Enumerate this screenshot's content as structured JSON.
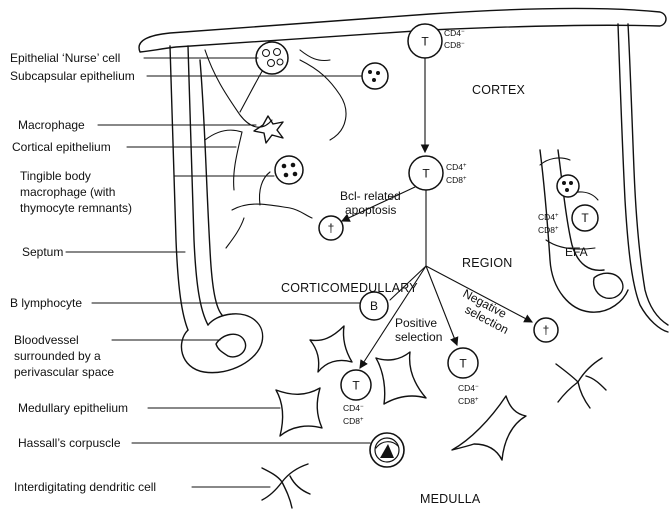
{
  "labels": {
    "nurse_cell": "Epithelial ‘Nurse’ cell",
    "subcapsular": "Subcapsular epithelium",
    "macrophage": "Macrophage",
    "cortical_epithelium": "Cortical epithelium",
    "tingible_1": "Tingible body",
    "tingible_2": "macrophage (with",
    "tingible_3": "thymocyte remnants)",
    "septum": "Septum",
    "b_lymphocyte": "B lymphocyte",
    "bloodvessel_1": "Bloodvessel",
    "bloodvessel_2": "surrounded by a",
    "bloodvessel_3": "perivascular space",
    "medullary_epithelium": "Medullary epithelium",
    "hassall": "Hassall’s corpuscle",
    "dendritic": "Interdigitating dendritic cell"
  },
  "regions": {
    "cortex": "CORTEX",
    "corticomedullary": "CORTICOMEDULLARY",
    "region": "REGION",
    "medulla": "MEDULLA",
    "efa": "EFA"
  },
  "annotations": {
    "bcl_1": "Bcl- related",
    "bcl_2": "apoptosis",
    "positive_1": "Positive",
    "positive_2": "selection",
    "negative_1": "Negative",
    "negative_2": "selection"
  },
  "cells": {
    "t": "T",
    "b": "B",
    "dagger": "†"
  },
  "markers": {
    "cd4_neg": "CD4",
    "cd8_neg": "CD8",
    "cd4_pos": "CD4",
    "cd8_pos": "CD8",
    "neg_sign": "−",
    "pos_sign": "+"
  }
}
